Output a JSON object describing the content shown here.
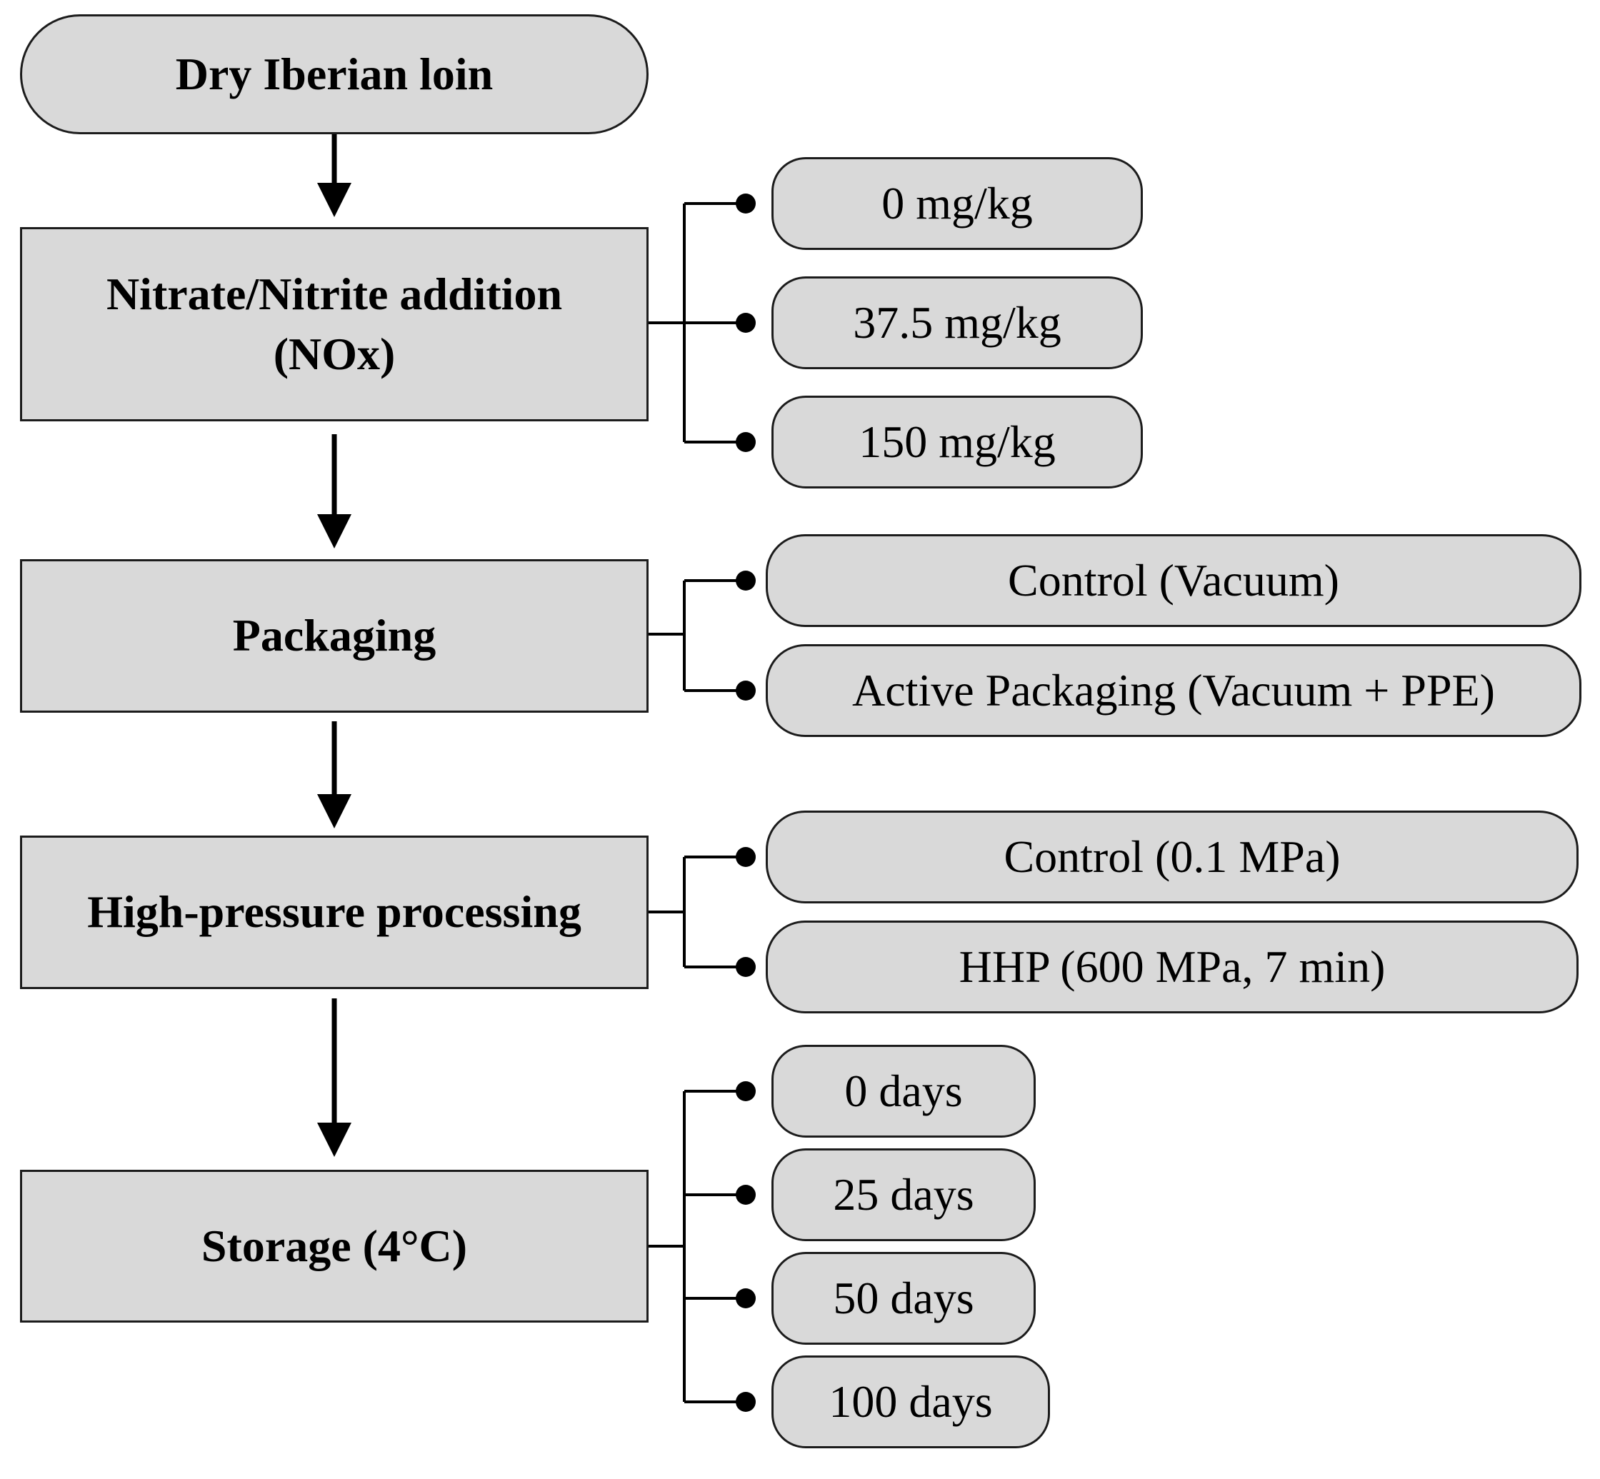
{
  "palette": {
    "node_fill": "#d9d9d9",
    "node_border": "#1c1c1c",
    "line_color": "#000000",
    "background": "#ffffff"
  },
  "flow": {
    "source": {
      "label": "Dry Iberian loin"
    },
    "steps": [
      {
        "label": "Nitrate/Nitrite addition\n(NOx)",
        "options": [
          "0 mg/kg",
          "37.5 mg/kg",
          "150 mg/kg"
        ]
      },
      {
        "label": "Packaging",
        "options": [
          "Control (Vacuum)",
          "Active Packaging (Vacuum + PPE)"
        ]
      },
      {
        "label": "High-pressure processing",
        "options": [
          "Control (0.1 MPa)",
          "HHP (600 MPa, 7 min)"
        ]
      },
      {
        "label": "Storage (4°C)",
        "options": [
          "0 days",
          "25 days",
          "50 days",
          "100 days"
        ]
      }
    ]
  }
}
